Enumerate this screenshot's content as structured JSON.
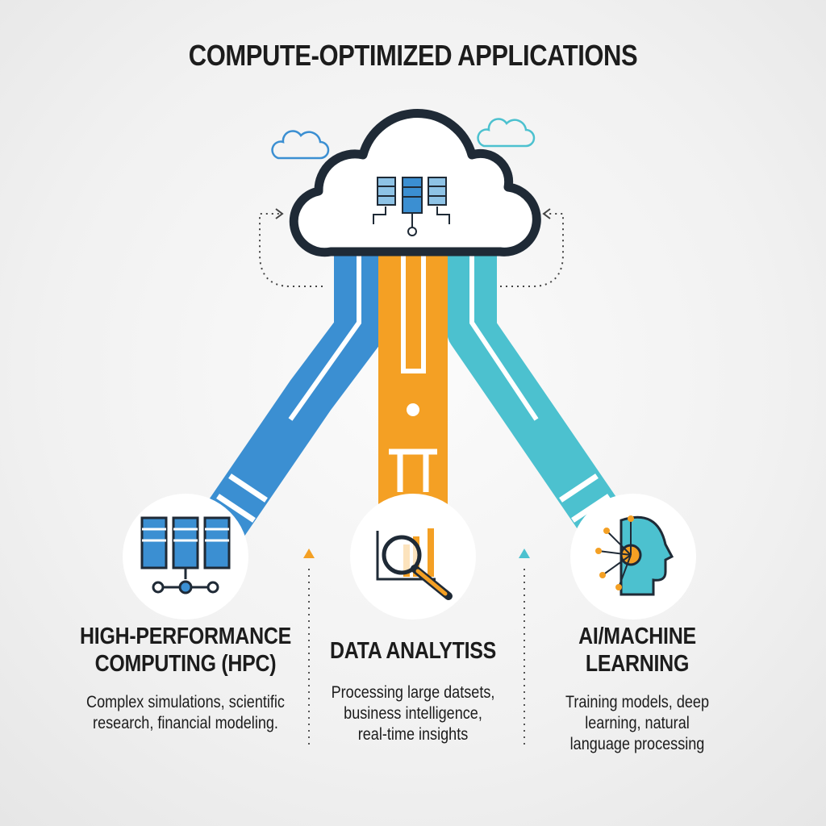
{
  "title": "COMPUTE-OPTIMIZED APPLICATIONS",
  "colors": {
    "blue": "#3b8fd2",
    "orange": "#f4a024",
    "teal": "#4cc1cf",
    "outline": "#1f2a36"
  },
  "columns": [
    {
      "icon": "server-rack-icon",
      "heading_1": "HIGH-PERFORMANCE",
      "heading_2": "COMPUTING (HPC)",
      "desc_1": "Complex simulations, scientific",
      "desc_2": "research, financial modeling.",
      "desc_3": ""
    },
    {
      "icon": "magnifier-chart-icon",
      "heading_1": "DATA ANALYTISS",
      "heading_2": "",
      "desc_1": "Processing large datsets,",
      "desc_2": "business intelligence,",
      "desc_3": "real-time insights"
    },
    {
      "icon": "ai-head-icon",
      "heading_1": "AI/MACHINE",
      "heading_2": "LEARNING",
      "desc_1": "Training models, deep",
      "desc_2": "learning, natural",
      "desc_3": "language processing"
    }
  ]
}
